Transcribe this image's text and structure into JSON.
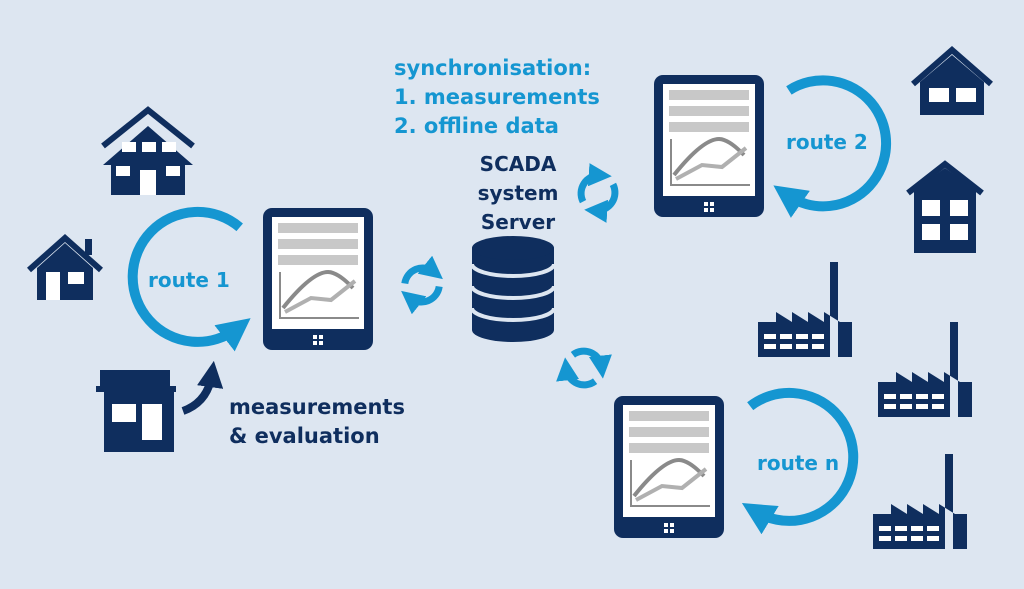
{
  "routes": {
    "route1": "route 1",
    "route2": "route 2",
    "routen": "route n"
  },
  "sync": {
    "title": "synchronisation:",
    "item1": "1. measurements",
    "item2": "2. offline data"
  },
  "server": {
    "line1": "SCADA",
    "line2": "system",
    "line3": "Server"
  },
  "measurement": {
    "line1": "measurements",
    "line2": "& evaluation"
  },
  "colors": {
    "background": "#dde6f1",
    "navy": "#0f2e5e",
    "accent": "#1596d1",
    "screen_bar": "#c8c8c8"
  }
}
